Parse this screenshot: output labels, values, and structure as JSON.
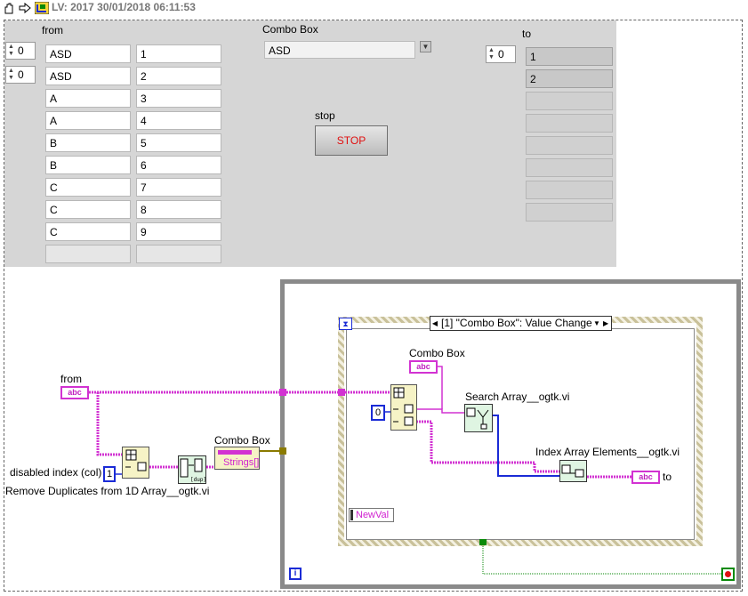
{
  "toolbar": {
    "title": "LV: 2017 30/01/2018 06:11:53",
    "icons": [
      "hand-tool-icon",
      "run-arrow-icon",
      "labview-vi-icon"
    ]
  },
  "front_panel": {
    "from_label": "from",
    "from_index_row": "0",
    "from_index_col": "0",
    "from_rows": [
      [
        "ASD",
        "1"
      ],
      [
        "ASD",
        "2"
      ],
      [
        "A",
        "3"
      ],
      [
        "A",
        "4"
      ],
      [
        "B",
        "5"
      ],
      [
        "B",
        "6"
      ],
      [
        "C",
        "7"
      ],
      [
        "C",
        "8"
      ],
      [
        "C",
        "9"
      ],
      [
        "",
        ""
      ]
    ],
    "combo_label": "Combo Box",
    "combo_value": "ASD",
    "stop_label": "stop",
    "stop_button": "STOP",
    "to_label": "to",
    "to_index": "0",
    "to_values": [
      "1",
      "2",
      "",
      "",
      "",
      "",
      "",
      ""
    ]
  },
  "block_diagram": {
    "from_terminal_label": "from",
    "disabled_index_label": "disabled index (col)",
    "disabled_index_value": "1",
    "remove_duplicates_label": "Remove Duplicates from 1D Array__ogtk.vi",
    "combo_property_label": "Combo Box",
    "strings_property": "Strings[]",
    "event_selector": "[1] \"Combo Box\": Value Change",
    "combo_terminal_label": "Combo Box",
    "search_array_label": "Search Array__ogtk.vi",
    "index_const": "0",
    "index_array_label": "Index Array Elements__ogtk.vi",
    "to_terminal_label": "to",
    "newval_label": "NewVal",
    "string_glyph": "abc",
    "loop_iteration": "i",
    "colors": {
      "string_wire": "#d232d2",
      "numeric_wire": "#1a2bd6",
      "bool_wire": "#0a8a0a"
    }
  }
}
